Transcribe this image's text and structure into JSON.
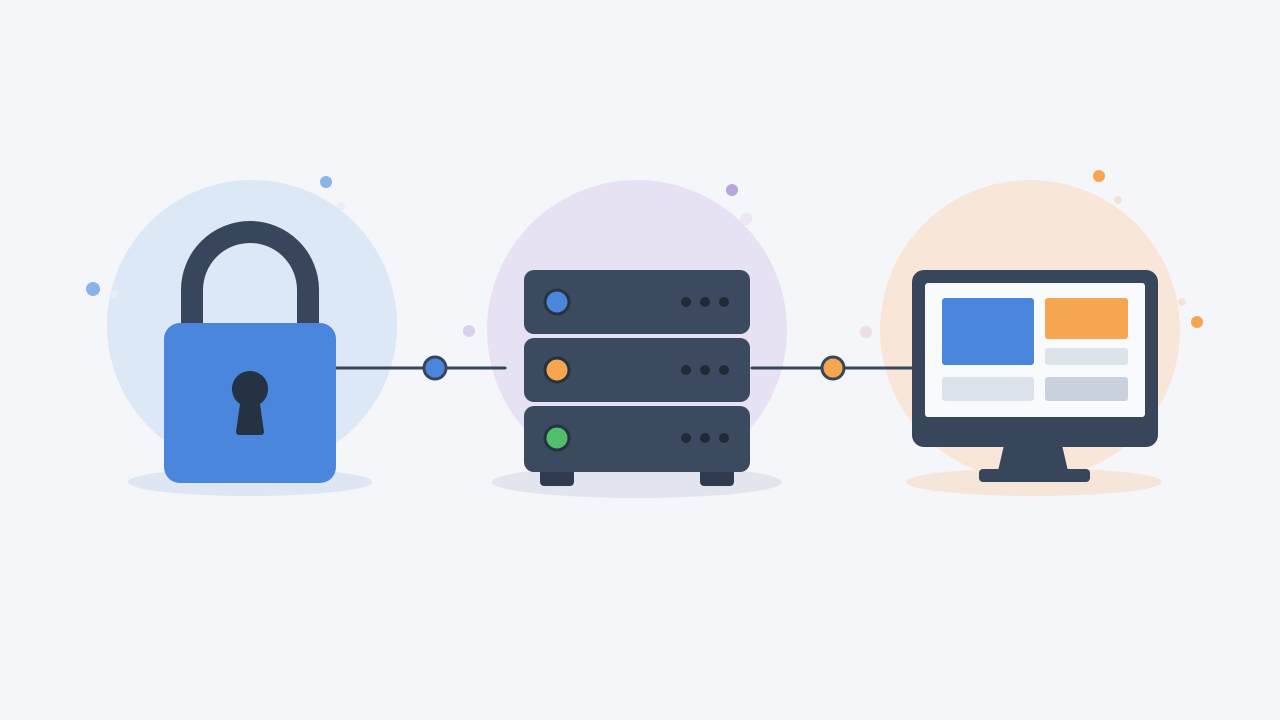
{
  "colors": {
    "background": "#f5f6f9",
    "lock_blue": "#4a86db",
    "dark_slate": "#37465a",
    "server_slate": "#3b4a5e",
    "accent_blue": "#4a86db",
    "accent_orange": "#f5a64f",
    "accent_green": "#4fbf6a",
    "accent_purple": "#b7a6dd",
    "halo_blue": "#dde8f6",
    "halo_purple": "#e7e2f3",
    "halo_orange": "#f8e7d8",
    "panel_light": "#dde3ea",
    "panel_mid": "#c9d1dc"
  },
  "diagram": {
    "nodes": [
      {
        "id": "lock",
        "icon": "padlock-icon",
        "halo": "halo_blue"
      },
      {
        "id": "server",
        "icon": "server-rack-icon",
        "halo": "halo_purple",
        "led_colors": [
          "accent_blue",
          "accent_orange",
          "accent_green"
        ]
      },
      {
        "id": "monitor",
        "icon": "monitor-icon",
        "halo": "halo_orange"
      }
    ],
    "connectors": [
      {
        "from": "lock",
        "to": "server",
        "node_color": "accent_blue"
      },
      {
        "from": "server",
        "to": "monitor",
        "node_color": "accent_orange"
      }
    ]
  }
}
